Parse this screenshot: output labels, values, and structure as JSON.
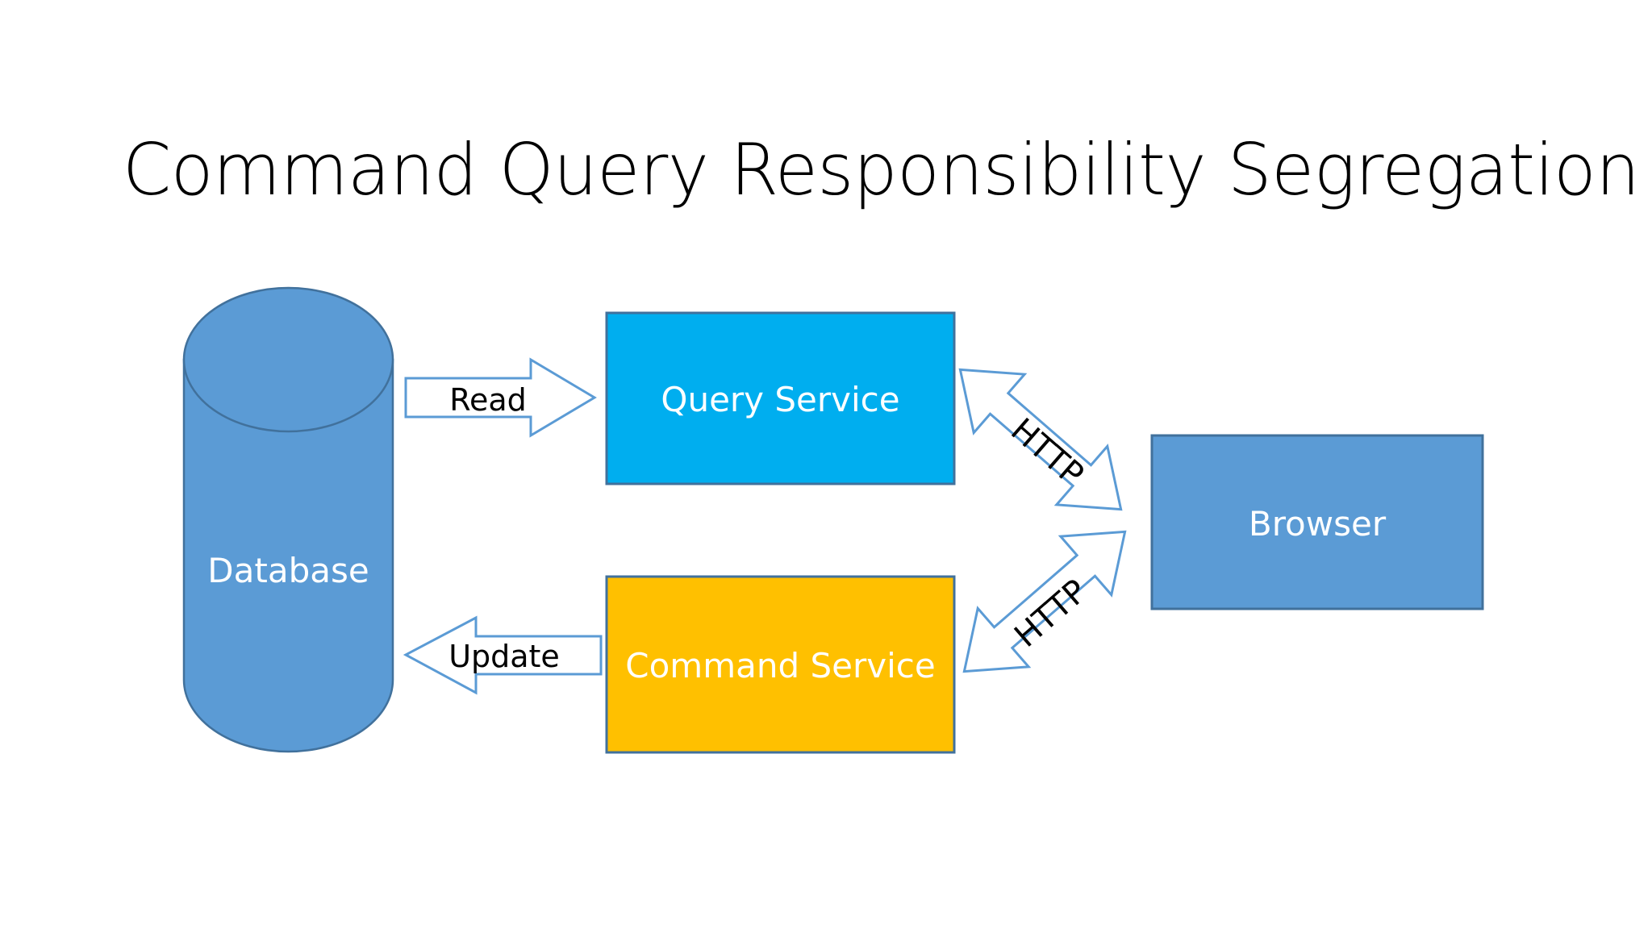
{
  "slide": {
    "title": "Command Query Responsibility Segregation",
    "background_color": "#FFFFFF"
  },
  "colors": {
    "database_fill": "#5B9BD5",
    "database_stroke": "#41719C",
    "query_service_fill": "#00AEEF",
    "query_service_stroke": "#41719C",
    "command_service_fill": "#FFC000",
    "command_service_stroke": "#41719C",
    "browser_fill": "#5B9BD5",
    "browser_stroke": "#41719C",
    "arrow_stroke": "#5B9BD5",
    "arrow_fill": "#FFFFFF",
    "label_text": "#FFFFFF",
    "arrow_label_text": "#000000"
  },
  "nodes": {
    "database": {
      "label": "Database",
      "shape": "cylinder"
    },
    "query_service": {
      "label": "Query Service",
      "shape": "rectangle"
    },
    "command_service": {
      "label": "Command Service",
      "shape": "rectangle"
    },
    "browser": {
      "label": "Browser",
      "shape": "rectangle"
    }
  },
  "connectors": {
    "read": {
      "label": "Read",
      "direction": "right",
      "from": "database",
      "to": "query_service"
    },
    "update": {
      "label": "Update",
      "direction": "left",
      "from": "command_service",
      "to": "database"
    },
    "http_top": {
      "label": "HTTP",
      "direction": "bidirectional",
      "from": "query_service",
      "to": "browser"
    },
    "http_bottom": {
      "label": "HTTP",
      "direction": "bidirectional",
      "from": "command_service",
      "to": "browser"
    }
  }
}
